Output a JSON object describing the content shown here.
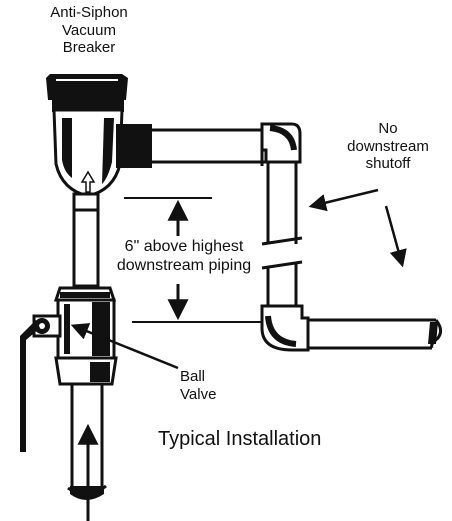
{
  "labels": {
    "vacuum_breaker": [
      "Anti-Siphon",
      "Vacuum",
      "Breaker"
    ],
    "no_shutoff": [
      "No",
      "downstream",
      "shutoff"
    ],
    "height_note": [
      "6\" above highest",
      "downstream piping"
    ],
    "ball_valve": [
      "Ball",
      "Valve"
    ],
    "caption": "Typical Installation"
  },
  "colors": {
    "ink": "#111111",
    "pipe_fill": "#ffffff",
    "background": "#ffffff"
  }
}
